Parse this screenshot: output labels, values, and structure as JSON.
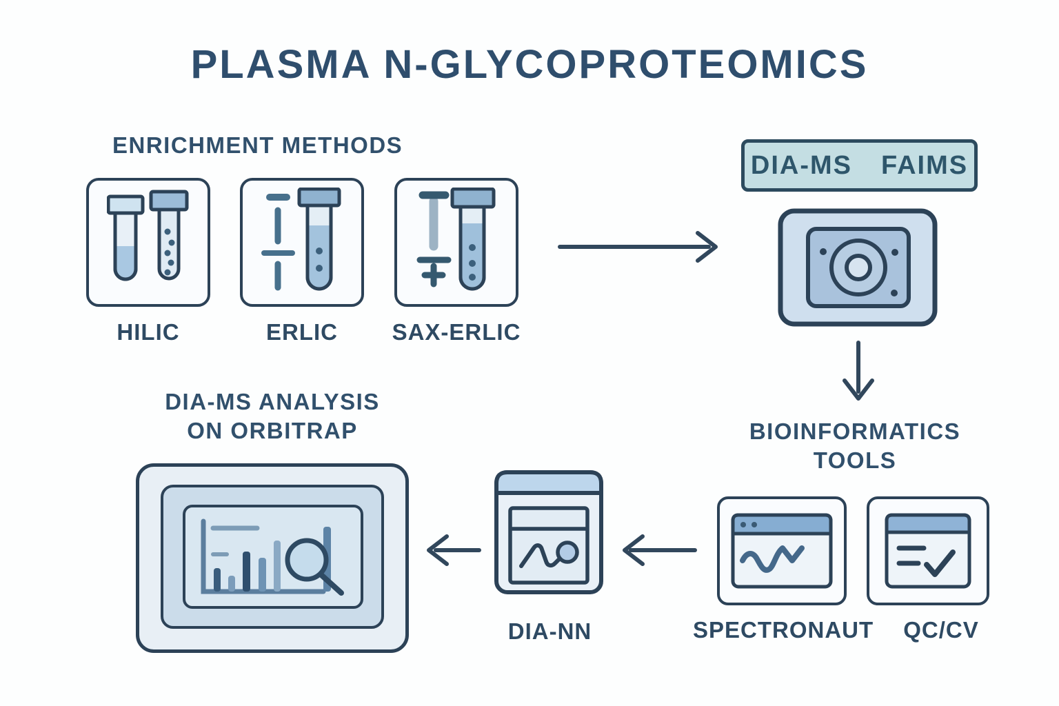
{
  "palette": {
    "background": "#fdfefe",
    "ink": "#2e4a63",
    "outline": "#2c4257",
    "arrow": "#31475c",
    "card_fill": "#fafcfe",
    "badge_fill": "#c4dee3",
    "light_blue": "#cfdfee",
    "mid_blue": "#a9c2dc",
    "header_blue": "#86add2",
    "liquid_blue": "#a9c8e2"
  },
  "title": "PLASMA N-GLYCOPROTEOMICS",
  "enrichment": {
    "heading": "ENRICHMENT METHODS",
    "methods": [
      {
        "label": "HILIC",
        "icon": "two-test-tubes-icon"
      },
      {
        "label": "ERLIC",
        "icon": "eluent-gradient-test-tube-icon"
      },
      {
        "label": "SAX-ERLIC",
        "icon": "pipette-plus-test-tube-icon"
      }
    ]
  },
  "acquisition": {
    "badge_left": "DIA-MS",
    "badge_right": "FAIMS",
    "instrument_icon": "mass-spectrometer-icon"
  },
  "bioinformatics": {
    "heading_line1": "BIOINFORMATICS",
    "heading_line2": "TOOLS",
    "tools": [
      {
        "label": "SPECTRONAUT",
        "icon": "signal-chart-window-icon"
      },
      {
        "label": "QC/CV",
        "icon": "checklist-window-icon"
      }
    ]
  },
  "processing": {
    "label": "DIA-NN",
    "icon": "line-chart-window-icon"
  },
  "analysis": {
    "heading_line1": "DIA-MS ANALYSIS",
    "heading_line2": "ON ORBITRAP",
    "icon": "bar-chart-magnifier-monitor-icon"
  },
  "flow": {
    "arrows": [
      {
        "name": "arrow-right-icon",
        "from": "enrichment methods",
        "to": "DIA-MS FAIMS"
      },
      {
        "name": "arrow-down-icon",
        "from": "DIA-MS FAIMS",
        "to": "bioinformatics tools"
      },
      {
        "name": "arrow-left-icon",
        "from": "SPECTRONAUT",
        "to": "DIA-NN"
      },
      {
        "name": "arrow-left-icon",
        "from": "DIA-NN",
        "to": "DIA-MS analysis on Orbitrap"
      }
    ]
  }
}
